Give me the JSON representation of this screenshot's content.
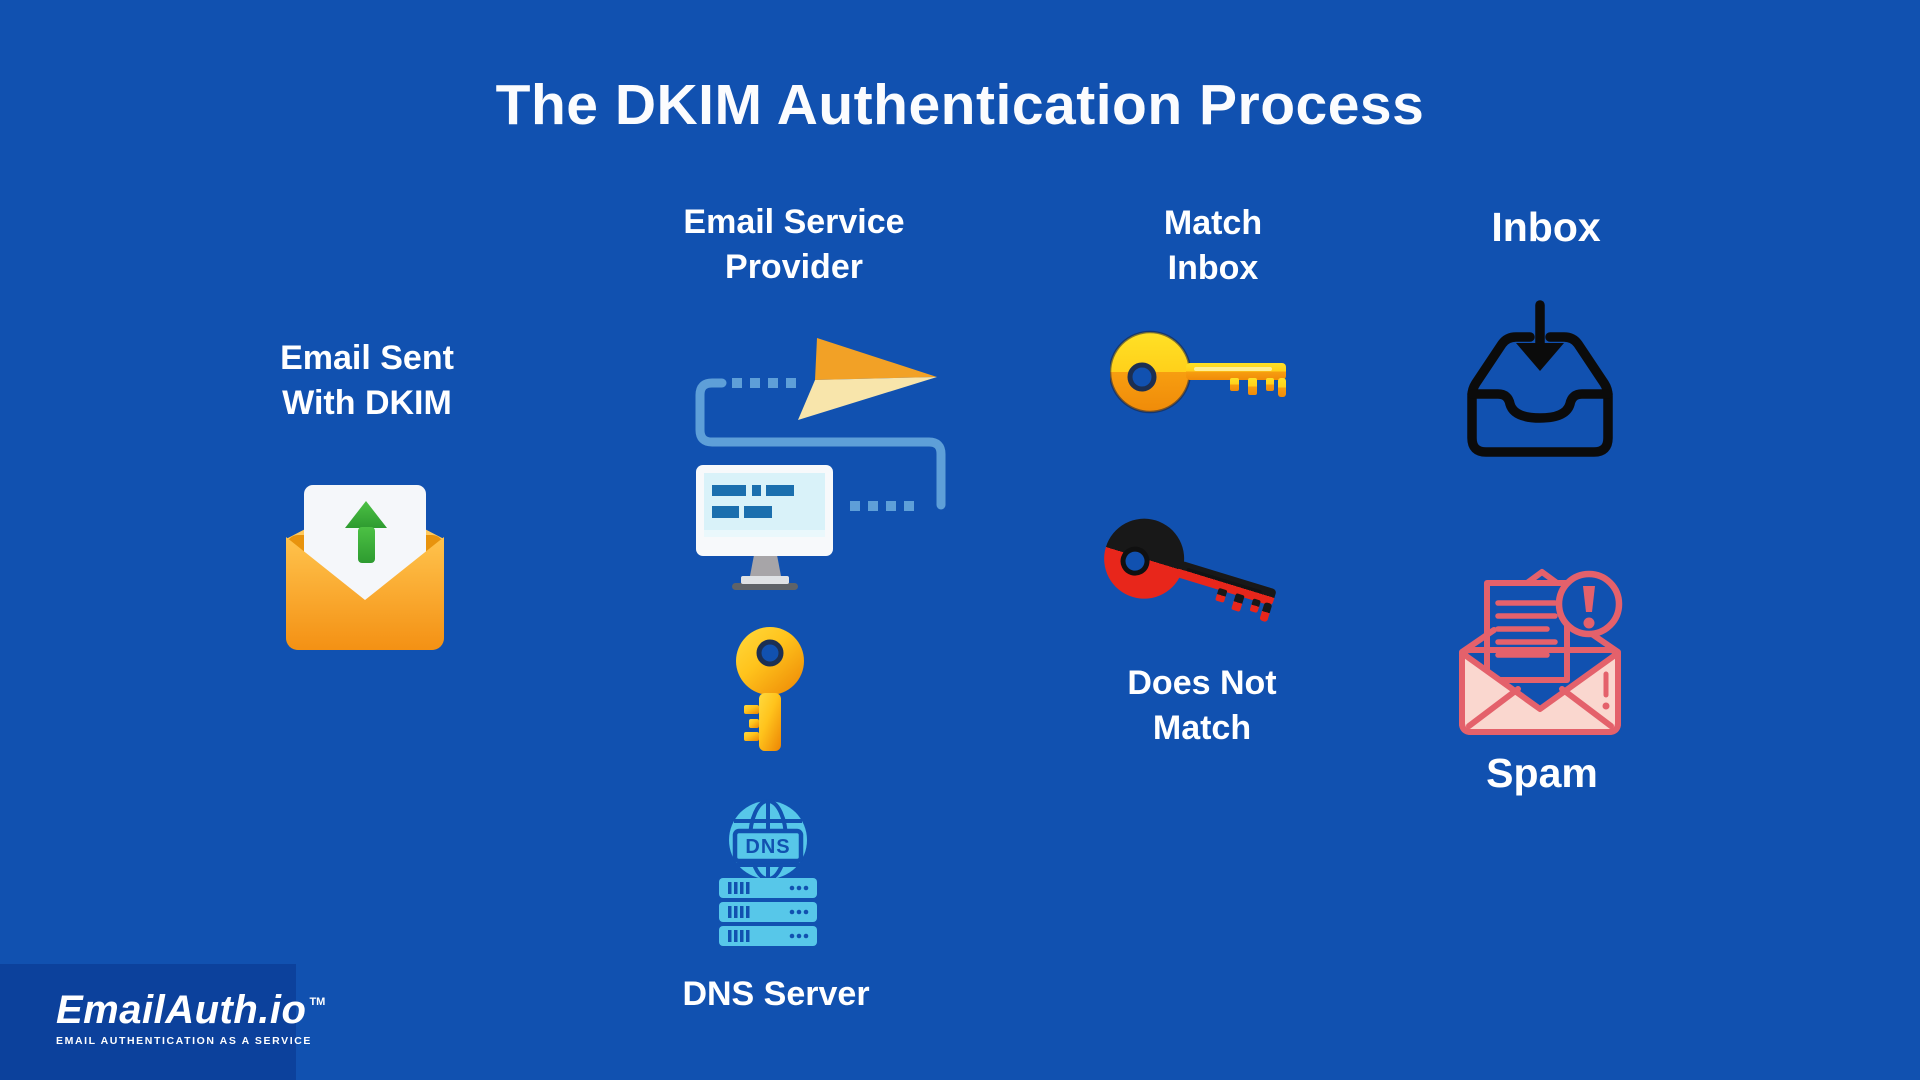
{
  "title": "The DKIM Authentication Process",
  "steps": {
    "email_sent": {
      "label": "Email Sent\nWith DKIM"
    },
    "esp": {
      "label": "Email Service\nProvider"
    },
    "dns": {
      "label": "DNS Server",
      "badge": "DNS"
    },
    "match": {
      "label": "Match\nInbox"
    },
    "no_match": {
      "label": "Does Not\nMatch"
    },
    "inbox": {
      "label": "Inbox"
    },
    "spam": {
      "label": "Spam"
    }
  },
  "branding": {
    "logo": "EmailAuth.io",
    "trademark": "TM",
    "tagline": "EMAIL AUTHENTICATION AS A SERVICE"
  },
  "colors": {
    "background": "#1151b0",
    "logo_strip": "#0c419c",
    "text_white": "#ffffff",
    "path_blue": "#5e9fd8",
    "icon_cyan": "#57c7e9",
    "key_yellow": "#ffd01a",
    "key_orange": "#f79e10",
    "key_red": "#e8261b",
    "key_black": "#181818",
    "envelope_yellow": "#ffc34d",
    "envelope_orange": "#f49114",
    "arrow_green": "#3fa93f",
    "plane_orange": "#f2a126",
    "plane_cream": "#f8e5ab",
    "spam_salmon": "#e4616b",
    "spam_pink": "#fad7cf",
    "inbox_stroke": "#0b0b0b",
    "monitor_screen": "#d9f2f9",
    "monitor_bars": "#1b6fae"
  }
}
